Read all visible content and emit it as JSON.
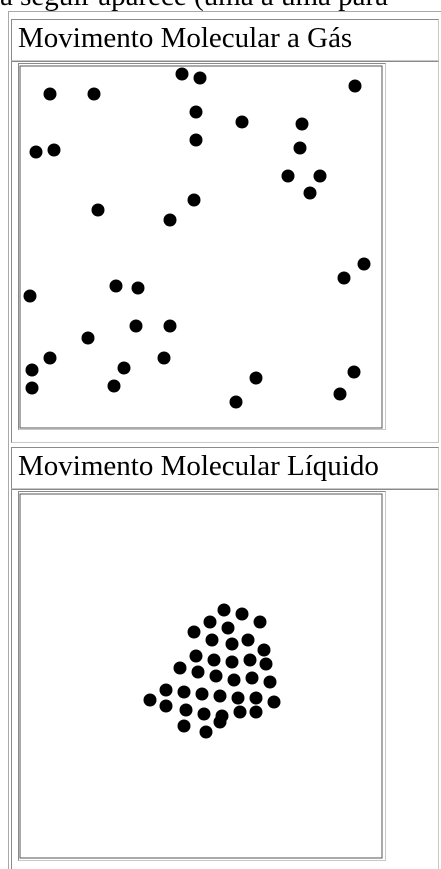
{
  "header": {
    "clipped_text": "a seguir aparece (uma a uma para"
  },
  "panels": [
    {
      "title": "Movimento Molecular a Gás",
      "state": "gas",
      "particles": [
        [
          182,
          74
        ],
        [
          200,
          78
        ],
        [
          50,
          94
        ],
        [
          94,
          94
        ],
        [
          355,
          86
        ],
        [
          196,
          112
        ],
        [
          242,
          122
        ],
        [
          302,
          124
        ],
        [
          196,
          140
        ],
        [
          36,
          152
        ],
        [
          54,
          150
        ],
        [
          300,
          148
        ],
        [
          288,
          176
        ],
        [
          320,
          176
        ],
        [
          310,
          193
        ],
        [
          194,
          200
        ],
        [
          98,
          210
        ],
        [
          170,
          220
        ],
        [
          364,
          264
        ],
        [
          344,
          278
        ],
        [
          30,
          296
        ],
        [
          116,
          286
        ],
        [
          138,
          288
        ],
        [
          136,
          326
        ],
        [
          170,
          326
        ],
        [
          88,
          338
        ],
        [
          50,
          358
        ],
        [
          164,
          358
        ],
        [
          32,
          370
        ],
        [
          124,
          368
        ],
        [
          354,
          372
        ],
        [
          32,
          388
        ],
        [
          114,
          386
        ],
        [
          256,
          378
        ],
        [
          340,
          394
        ],
        [
          236,
          402
        ]
      ]
    },
    {
      "title": "Movimento Molecular Líquido",
      "state": "liquid",
      "particles": [
        [
          224,
          610
        ],
        [
          242,
          614
        ],
        [
          210,
          622
        ],
        [
          228,
          628
        ],
        [
          260,
          622
        ],
        [
          194,
          632
        ],
        [
          212,
          640
        ],
        [
          232,
          644
        ],
        [
          248,
          640
        ],
        [
          264,
          650
        ],
        [
          196,
          656
        ],
        [
          214,
          660
        ],
        [
          232,
          662
        ],
        [
          250,
          660
        ],
        [
          266,
          664
        ],
        [
          180,
          668
        ],
        [
          198,
          672
        ],
        [
          216,
          676
        ],
        [
          234,
          680
        ],
        [
          252,
          678
        ],
        [
          270,
          682
        ],
        [
          166,
          690
        ],
        [
          184,
          692
        ],
        [
          202,
          694
        ],
        [
          220,
          696
        ],
        [
          238,
          698
        ],
        [
          256,
          698
        ],
        [
          274,
          702
        ],
        [
          150,
          700
        ],
        [
          166,
          706
        ],
        [
          186,
          710
        ],
        [
          204,
          714
        ],
        [
          222,
          716
        ],
        [
          240,
          712
        ],
        [
          256,
          712
        ],
        [
          184,
          726
        ],
        [
          206,
          732
        ],
        [
          220,
          722
        ]
      ]
    }
  ]
}
